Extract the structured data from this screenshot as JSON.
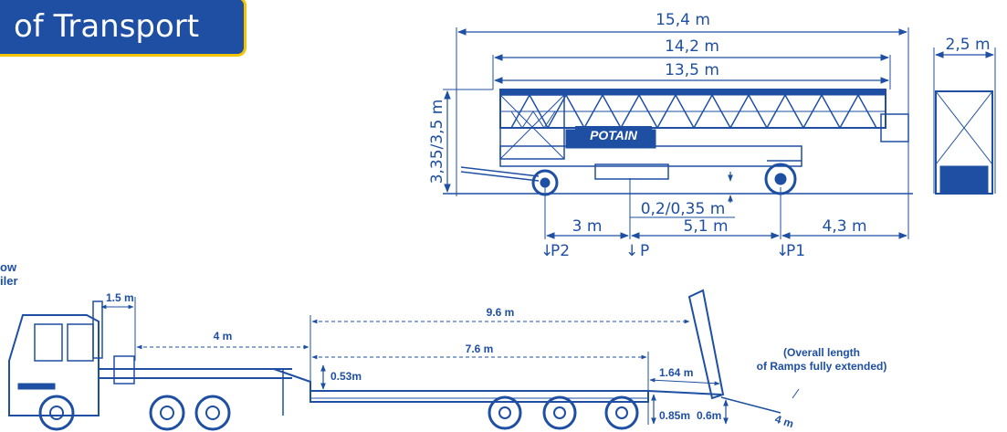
{
  "header": {
    "title": "of Transport"
  },
  "crane": {
    "dims": {
      "overall": "15,4 m",
      "body": "14,2 m",
      "jib": "13,5 m",
      "width": "2,5 m",
      "height": "3,35/3,5 m",
      "ground_clearance": "0,2/0,35 m",
      "p2_to_p": "3 m",
      "p_to_p1": "5,1 m",
      "p1_to_end": "4,3 m"
    },
    "loads": {
      "p2": "P2",
      "p": "P",
      "p1": "P1"
    },
    "brand": "POTAIN"
  },
  "trailer": {
    "label_line1": "ow",
    "label_line2": "iler",
    "dims": {
      "cab": "1.5 m",
      "gooseneck": "4 m",
      "overall": "9.6 m",
      "deck": "7.6 m",
      "deck_height": "0.53m",
      "ramp_base": "1.64 m",
      "ramp_height": "0.85m",
      "ramp_tip": "0.6m",
      "ramp_length": "4 m"
    },
    "note_line1": "(Overall length",
    "note_line2": "of Ramps fully extended)"
  },
  "colors": {
    "primary": "#1e4fa3",
    "accent": "#f2c500"
  }
}
